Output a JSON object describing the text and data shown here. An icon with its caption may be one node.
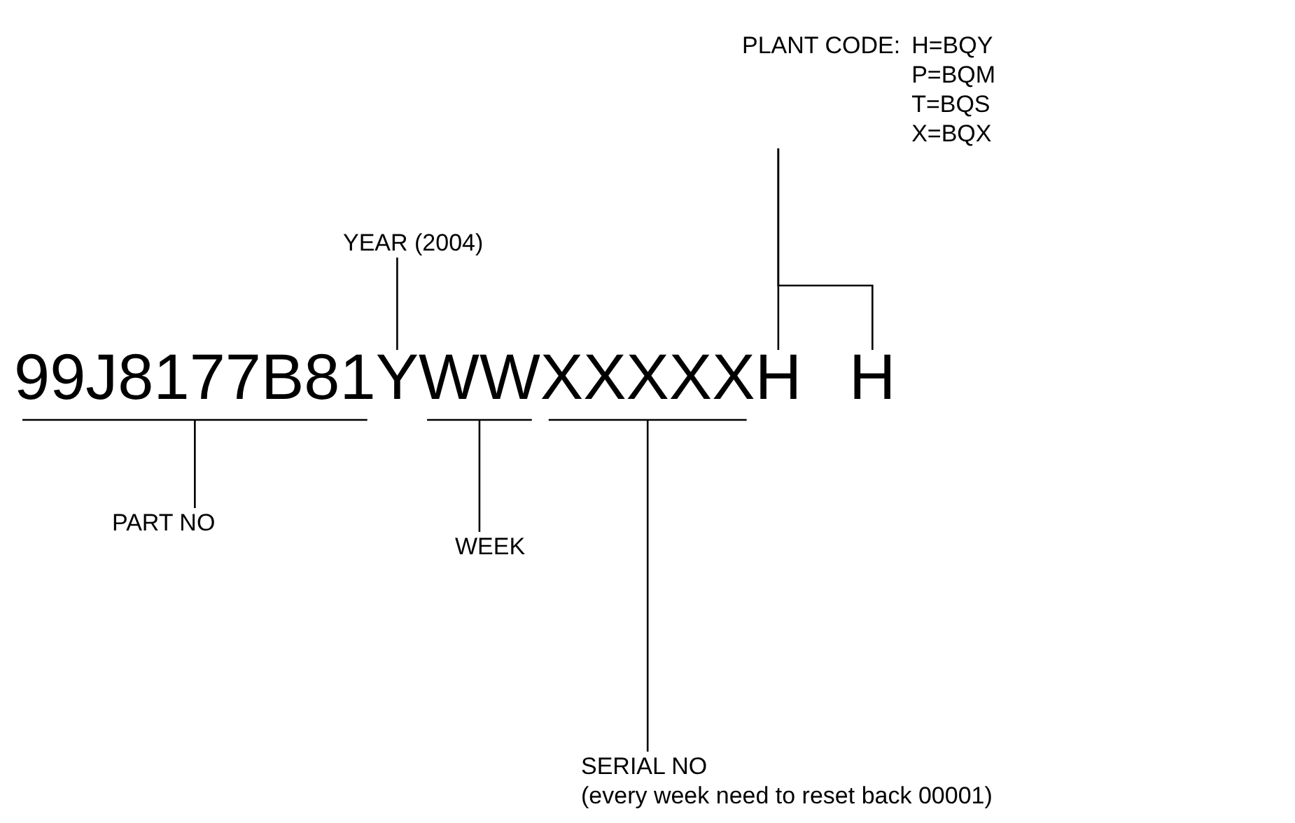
{
  "diagram": {
    "nodes": [
      {
        "text": [
          "99J8177B81"
        ]
      },
      {
        "text": [
          "Y"
        ]
      },
      {
        "text": [
          "WW"
        ]
      },
      {
        "text": [
          "XXXXX"
        ]
      },
      {
        "text": [
          "H"
        ]
      },
      {
        "text": [
          "H"
        ]
      },
      {
        "text": [
          "PART NO"
        ]
      },
      {
        "text": [
          "YEAR (2004)"
        ]
      },
      {
        "text": [
          "WEEK"
        ]
      },
      {
        "text": [
          "SERIAL NO",
          "(every week need to reset back 00001)"
        ]
      },
      {
        "text": [
          "PLANT CODE:",
          "H=BQY",
          "P=BQM",
          "T=BQS",
          "X=BQX"
        ]
      }
    ],
    "edges": [
      {
        "from": 6,
        "to": 0,
        "arrow": "none"
      },
      {
        "from": 7,
        "to": 1,
        "arrow": "none"
      },
      {
        "from": 8,
        "to": 2,
        "arrow": "none"
      },
      {
        "from": 9,
        "to": 3,
        "arrow": "none"
      },
      {
        "from": 10,
        "to": 4,
        "arrow": "none"
      },
      {
        "from": 10,
        "to": 5,
        "arrow": "none"
      }
    ]
  }
}
